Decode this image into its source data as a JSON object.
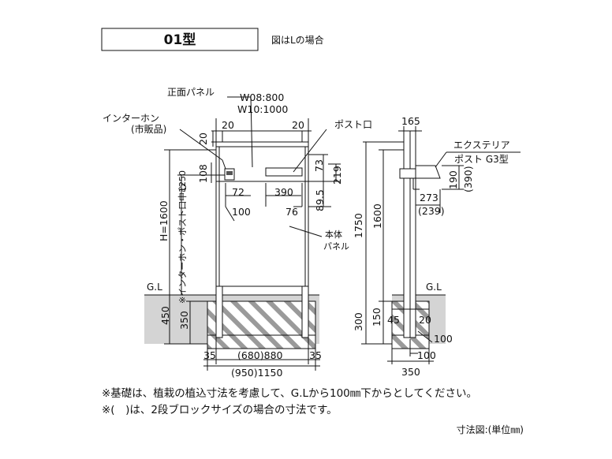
{
  "title": "01型",
  "subtitle": "図はLの場合",
  "labels": {
    "front_panel": "正面パネル",
    "panel_width": "W08:800",
    "panel_width2": "W10:1000",
    "intercom": "インターホン",
    "intercom_note": "(市販品)",
    "post_slot": "ポスト口",
    "body_panel_1": "本体",
    "body_panel_2": "パネル",
    "height_label": "H=1600",
    "intercom_center": "※インターホン・ポスト口中心",
    "intercom_center_val": "1250",
    "gl_left": "G.L",
    "gl_right": "G.L",
    "exterior_1": "エクステリア",
    "exterior_2": "ポスト G3型"
  },
  "dims": {
    "d20a": "20",
    "d20b": "20",
    "d20c": "20",
    "d108": "108",
    "d72": "72",
    "d390": "390",
    "d100a": "100",
    "d76": "76",
    "d73": "73",
    "d219": "219",
    "d89_5": "89.5",
    "d450": "450",
    "d350a": "350",
    "d35a": "35",
    "d35b": "35",
    "d680_880": "(680)880",
    "d950_1150": "(950)1150",
    "d165": "165",
    "d1750": "1750",
    "d1600": "1600",
    "d190": "190",
    "d390p": "(390)",
    "d273": "273",
    "d239p": "(239)",
    "d300": "300",
    "d150": "150",
    "d45": "45",
    "d20d": "20",
    "d100b": "100",
    "d100c": "100",
    "d350b": "350"
  },
  "notes": {
    "note1": "※基礎は、植栽の植込寸法を考慮して、G.Lから100㎜下からとしてください。",
    "note2": "※(　)は、2段ブロックサイズの場合の寸法です。",
    "unit": "寸法図:(単位㎜)"
  }
}
